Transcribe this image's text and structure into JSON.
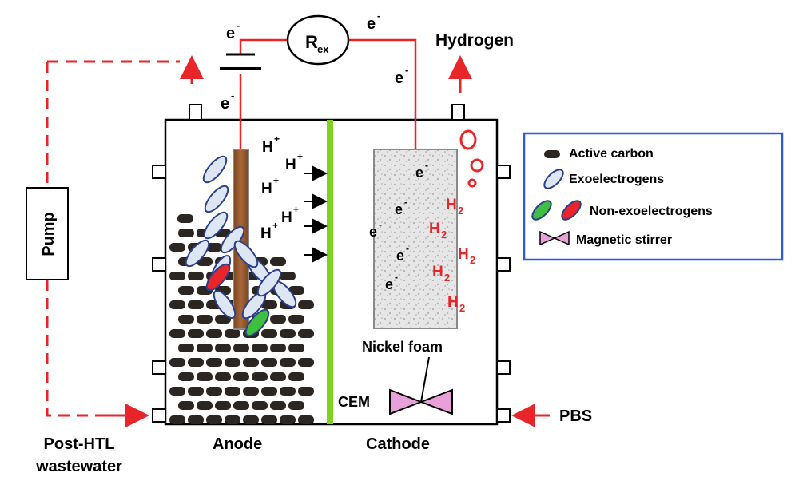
{
  "labels": {
    "rex": "R",
    "rex_sub": "ex",
    "electron": "e",
    "electron_sup": "-",
    "proton": "H",
    "proton_sup": "+",
    "hydrogen_mol": "H",
    "hydrogen_sub": "2",
    "hydrogen": "Hydrogen",
    "pump": "Pump",
    "post_htl_line1": "Post-HTL",
    "post_htl_line2": "wastewater",
    "anode": "Anode",
    "cathode": "Cathode",
    "pbs": "PBS",
    "cem": "CEM",
    "nickel_foam": "Nickel foam"
  },
  "legend": {
    "items": [
      {
        "label": "Active carbon",
        "icon": "active-carbon-icon"
      },
      {
        "label": "Exoelectrogens",
        "icon": "exoelectrogen-icon"
      },
      {
        "label": "Non-exoelectrogens",
        "icon": "non-exoelectrogen-icon"
      },
      {
        "label": "Magnetic stirrer",
        "icon": "magnetic-stirrer-icon"
      }
    ]
  },
  "colors": {
    "wire": "#e8262a",
    "membrane": "#7ed321",
    "legend_border": "#2a5bd7",
    "exo_fill": "#dfe6f3",
    "exo_stroke": "#2b3f8f",
    "non_exo_green": "#3fbf3f",
    "non_exo_red": "#e8262a",
    "carbon": "#2b2622",
    "electrode": "#9a5a2e",
    "stirrer": "#e7a0d8",
    "foam": "#e6e6e6"
  }
}
